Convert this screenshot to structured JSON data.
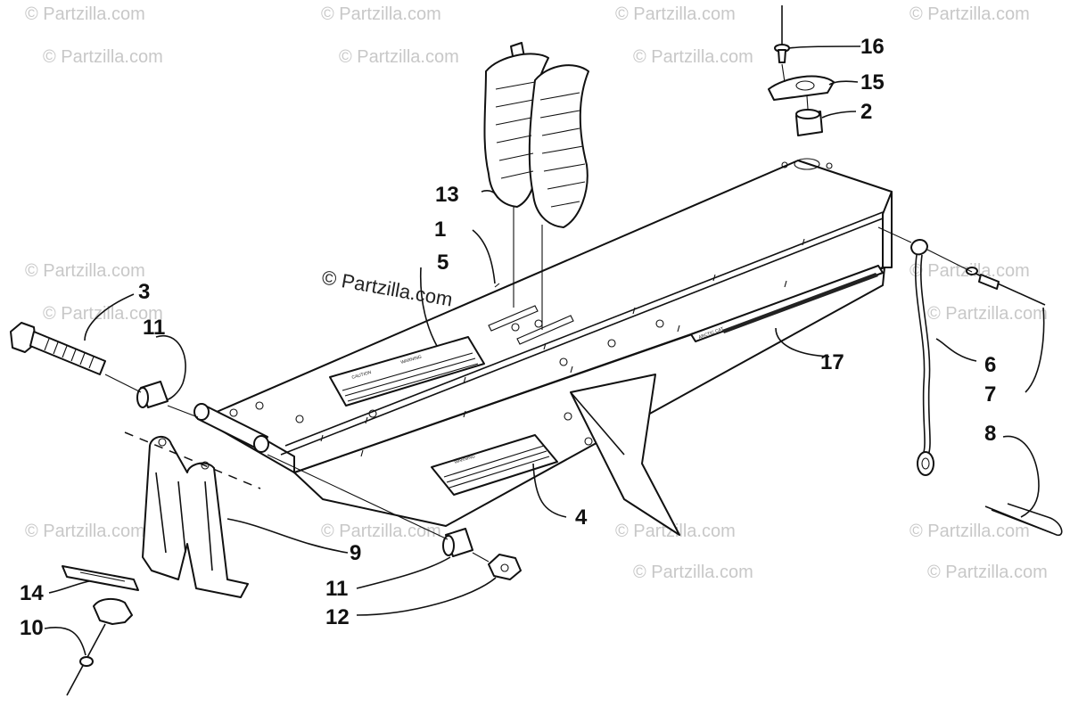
{
  "watermark": {
    "text": "© Partzilla.com",
    "center_text": "© Partzilla.com"
  },
  "callouts": {
    "c1": "1",
    "c2": "2",
    "c3": "3",
    "c4": "4",
    "c5": "5",
    "c6": "6",
    "c7": "7",
    "c8": "8",
    "c9": "9",
    "c10": "10",
    "c11a": "11",
    "c11b": "11",
    "c12": "12",
    "c13": "13",
    "c14": "14",
    "c15": "15",
    "c16": "16",
    "c17": "17"
  },
  "labels": {
    "caution_label": "CAUTION",
    "warning_label": "WARNING",
    "decal_text": "ARCTIC CAT"
  }
}
